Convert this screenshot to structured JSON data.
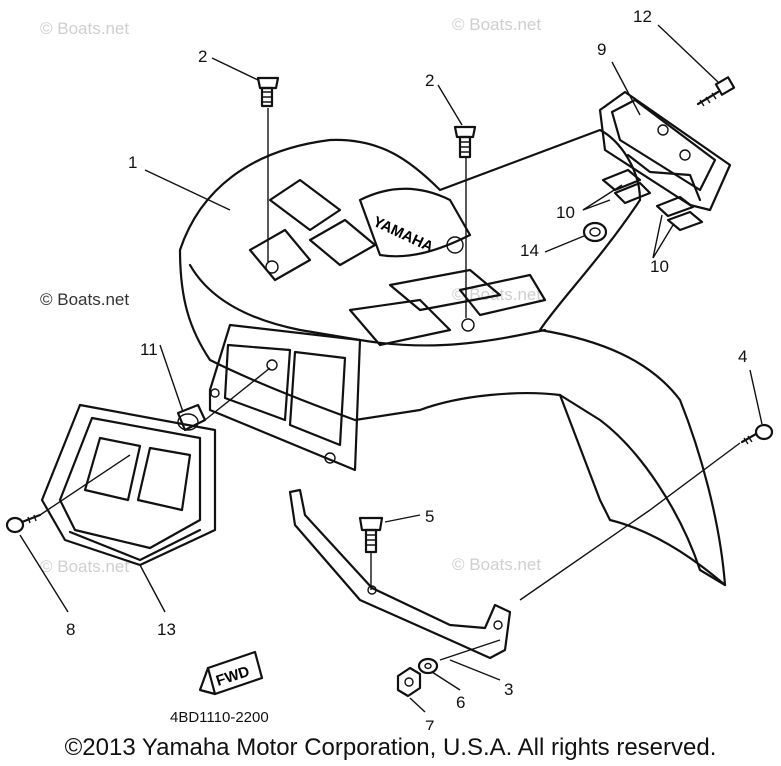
{
  "watermarks": [
    "© Boats.net",
    "© Boats.net",
    "© Boats.net",
    "© Boats.net",
    "© Boats.net",
    "© Boats.net"
  ],
  "callouts": {
    "c1": "1",
    "c2a": "2",
    "c2b": "2",
    "c3": "3",
    "c4": "4",
    "c5": "5",
    "c6": "6",
    "c7": "7",
    "c8": "8",
    "c9": "9",
    "c10a": "10",
    "c10b": "10",
    "c11": "11",
    "c12": "12",
    "c13": "13",
    "c14": "14"
  },
  "emblem_text": "YAMAHA",
  "fwd_label": "FWD",
  "part_code": "4BD1110-2200",
  "copyright": "©2013 Yamaha Motor Corporation, U.S.A. All rights reserved."
}
